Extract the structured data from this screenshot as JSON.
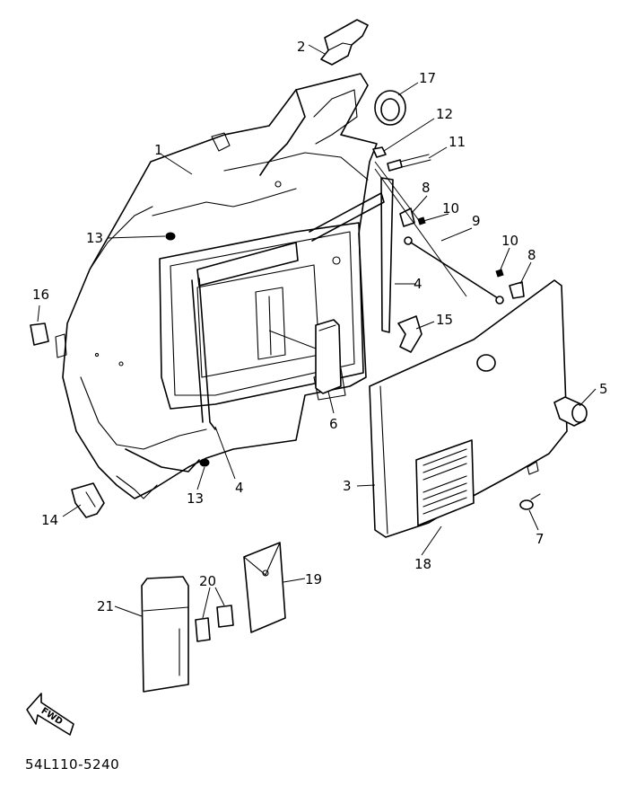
{
  "callouts": {
    "n1": "1",
    "n2": "2",
    "n3": "3",
    "n4a": "4",
    "n4b": "4",
    "n5": "5",
    "n6": "6",
    "n7": "7",
    "n8a": "8",
    "n8b": "8",
    "n9": "9",
    "n10a": "10",
    "n10b": "10",
    "n11": "11",
    "n12": "12",
    "n13a": "13",
    "n13b": "13",
    "n14": "14",
    "n15": "15",
    "n16": "16",
    "n17": "17",
    "n18": "18",
    "n19": "19",
    "n20": "20",
    "n21": "21"
  },
  "fwd_label": "FWD",
  "diagram_code": "54L110-5240"
}
